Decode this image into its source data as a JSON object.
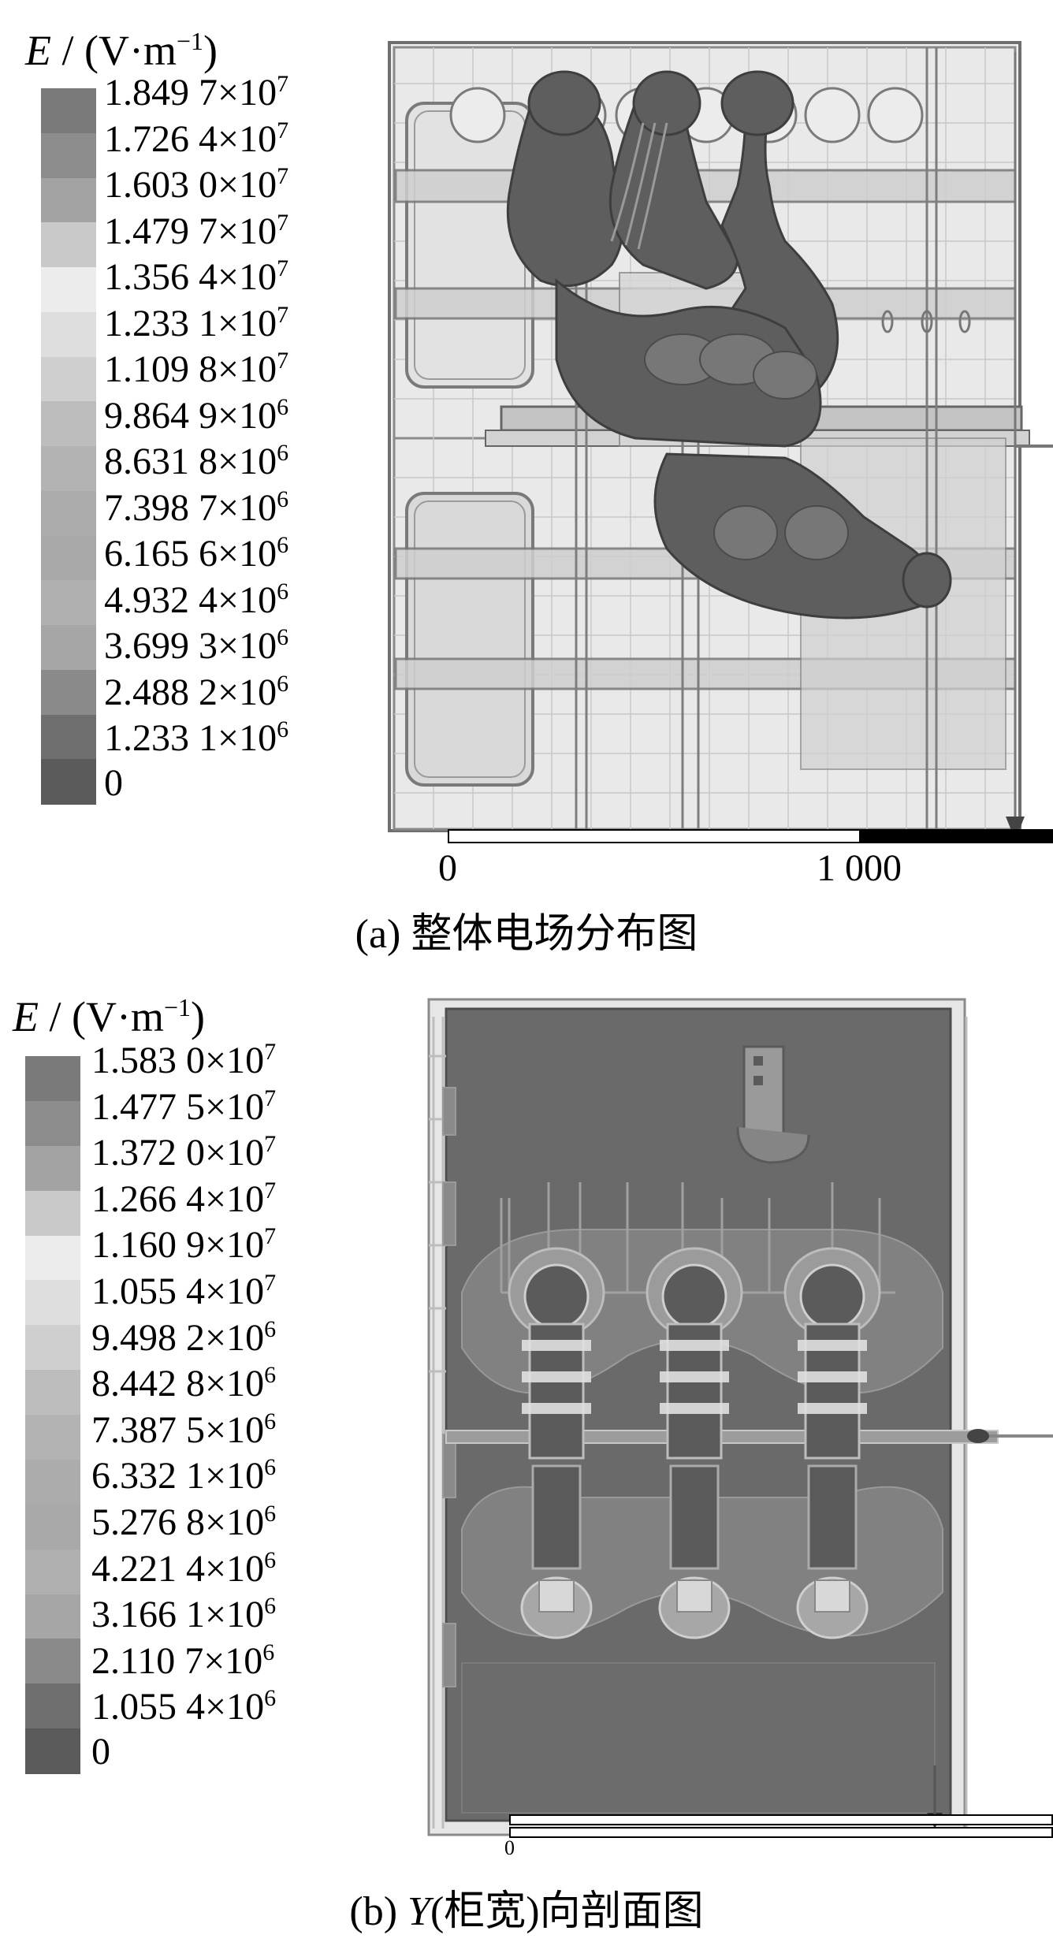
{
  "panel_a": {
    "legend": {
      "symbol": "E",
      "unit": "/ (V·m",
      "unit_exp": "−1",
      "unit_close": ")",
      "entries": [
        {
          "mantissa": "1.849 7×10",
          "exp": "7"
        },
        {
          "mantissa": "1.726 4×10",
          "exp": "7"
        },
        {
          "mantissa": "1.603 0×10",
          "exp": "7"
        },
        {
          "mantissa": "1.479 7×10",
          "exp": "7"
        },
        {
          "mantissa": "1.356 4×10",
          "exp": "7"
        },
        {
          "mantissa": "1.233 1×10",
          "exp": "7"
        },
        {
          "mantissa": "1.109 8×10",
          "exp": "7"
        },
        {
          "mantissa": "9.864 9×10",
          "exp": "6"
        },
        {
          "mantissa": "8.631 8×10",
          "exp": "6"
        },
        {
          "mantissa": "7.398 7×10",
          "exp": "6"
        },
        {
          "mantissa": "6.165 6×10",
          "exp": "6"
        },
        {
          "mantissa": "4.932 4×10",
          "exp": "6"
        },
        {
          "mantissa": "3.699 3×10",
          "exp": "6"
        },
        {
          "mantissa": "2.488 2×10",
          "exp": "6"
        },
        {
          "mantissa": "1.233 1×10",
          "exp": "6"
        },
        {
          "mantissa": "0",
          "exp": ""
        }
      ]
    },
    "scale_bar": {
      "tick_start": "0",
      "tick_end": "1 000"
    },
    "caption": "(a)  整体电场分布图"
  },
  "panel_b": {
    "legend": {
      "symbol": "E",
      "unit": "/ (V·m",
      "unit_exp": "−1",
      "unit_close": ")",
      "entries": [
        {
          "mantissa": "1.583 0×10",
          "exp": "7"
        },
        {
          "mantissa": "1.477 5×10",
          "exp": "7"
        },
        {
          "mantissa": "1.372 0×10",
          "exp": "7"
        },
        {
          "mantissa": "1.266 4×10",
          "exp": "7"
        },
        {
          "mantissa": "1.160 9×10",
          "exp": "7"
        },
        {
          "mantissa": "1.055 4×10",
          "exp": "7"
        },
        {
          "mantissa": "9.498 2×10",
          "exp": "6"
        },
        {
          "mantissa": "8.442 8×10",
          "exp": "6"
        },
        {
          "mantissa": "7.387 5×10",
          "exp": "6"
        },
        {
          "mantissa": "6.332 1×10",
          "exp": "6"
        },
        {
          "mantissa": "5.276 8×10",
          "exp": "6"
        },
        {
          "mantissa": "4.221 4×10",
          "exp": "6"
        },
        {
          "mantissa": "3.166 1×10",
          "exp": "6"
        },
        {
          "mantissa": "2.110 7×10",
          "exp": "6"
        },
        {
          "mantissa": "1.055 4×10",
          "exp": "6"
        },
        {
          "mantissa": "0",
          "exp": ""
        }
      ]
    },
    "scale_bar": {
      "tick_start": "0"
    },
    "caption_prefix": "(b)  ",
    "caption_var": "Y",
    "caption_rest": "(柜宽)向剖面图"
  },
  "colors": {
    "scale": [
      "#7a7a7a",
      "#8c8c8c",
      "#a3a3a3",
      "#c9c9c9",
      "#ececec",
      "#dedede",
      "#cfcfcf",
      "#bdbdbd",
      "#b3b3b3",
      "#acacac",
      "#a9a9a9",
      "#b0b0b0",
      "#a6a6a6",
      "#8a8a8a",
      "#6e6e6e",
      "#5a5a5a"
    ],
    "field_dark": "#5c5c5c",
    "field_bg": "#6b6b6b"
  }
}
